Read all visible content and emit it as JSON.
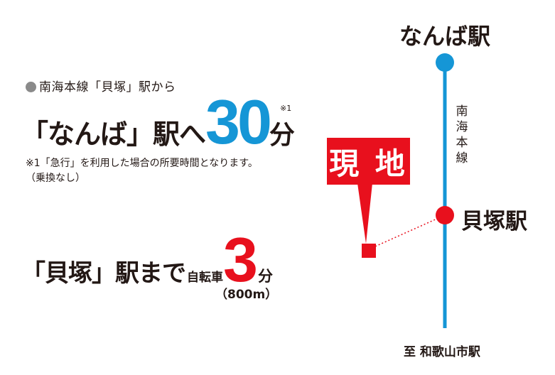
{
  "left": {
    "lead": "南海本線「貝塚」駅から",
    "row1_prefix": "「なんば」駅へ",
    "row1_minutes": "30",
    "row1_unit": "分",
    "row1_sup": "※1",
    "note1": "※1「急行」を利用した場合の所要時間となります。",
    "note2": "（乗換なし）",
    "row2_prefix": "「貝塚」駅まで",
    "row2_mode": "自転車",
    "row2_minutes": "3",
    "row2_unit": "分",
    "row2_distance": "（800m）"
  },
  "map": {
    "top_station": "なんば駅",
    "line_name_chars": [
      "南",
      "海",
      "本",
      "線"
    ],
    "mid_station": "貝塚駅",
    "bottom_direction": "至 和歌山市駅",
    "site_label": "現 地"
  },
  "colors": {
    "blue": "#1596d6",
    "red": "#e8101d",
    "text": "#231815",
    "gray_dot": "#8a8a8a"
  }
}
